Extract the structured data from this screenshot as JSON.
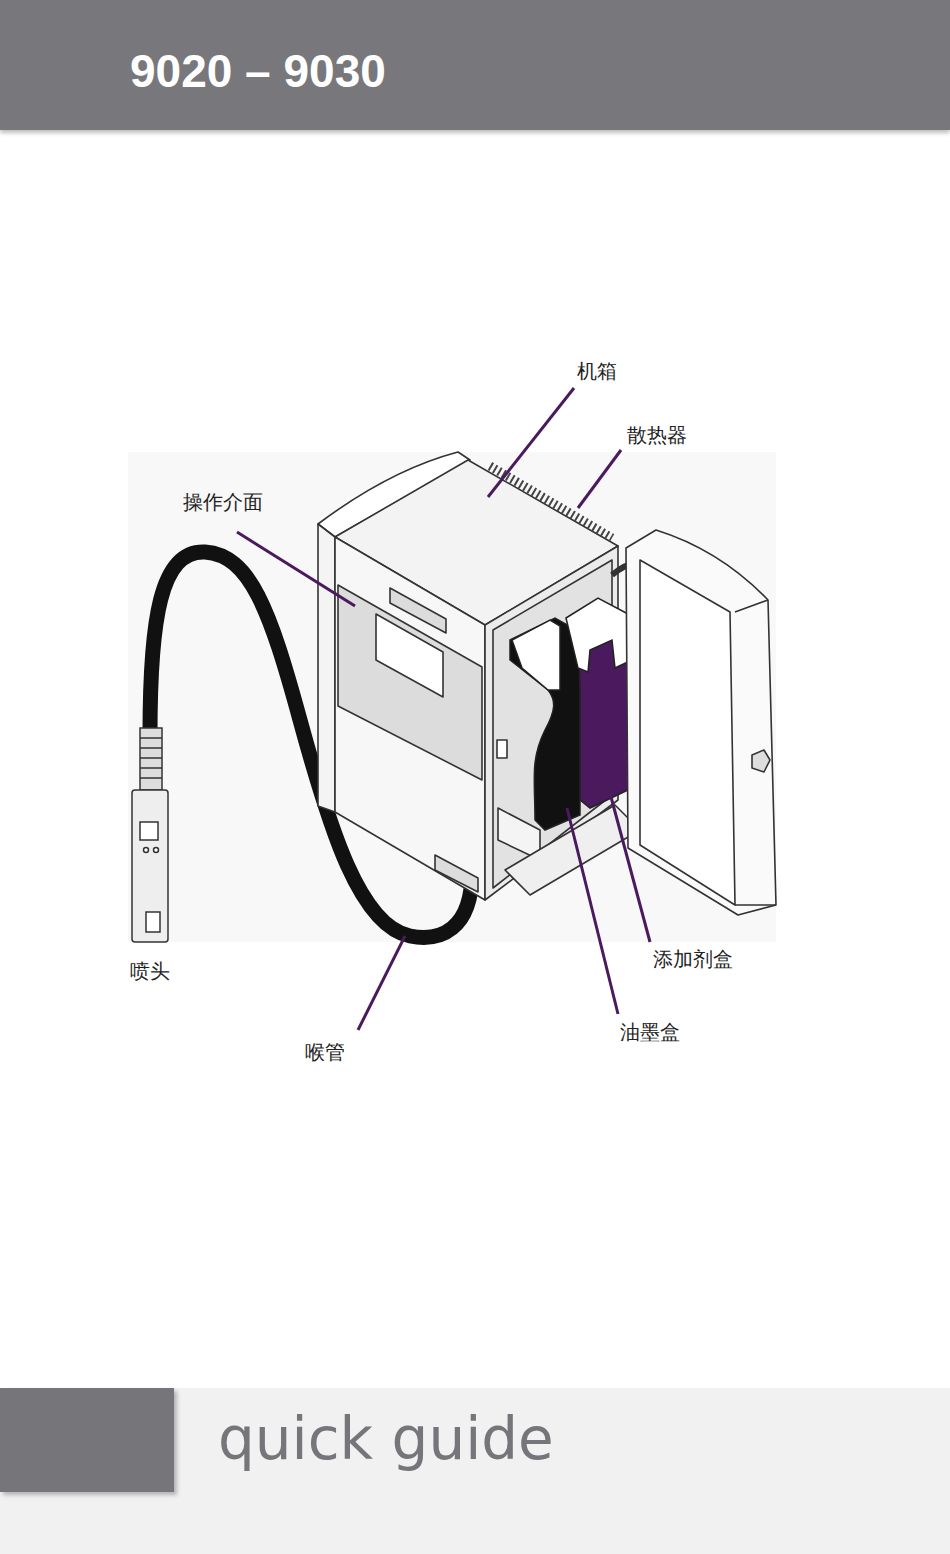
{
  "diagram": {
    "title": "9020 – 9030",
    "caption": "quick guide",
    "labels": [
      "机箱",
      "散热器",
      "操作介面",
      "喷头",
      "喉管",
      "添加剂盒",
      "油墨盒"
    ]
  }
}
